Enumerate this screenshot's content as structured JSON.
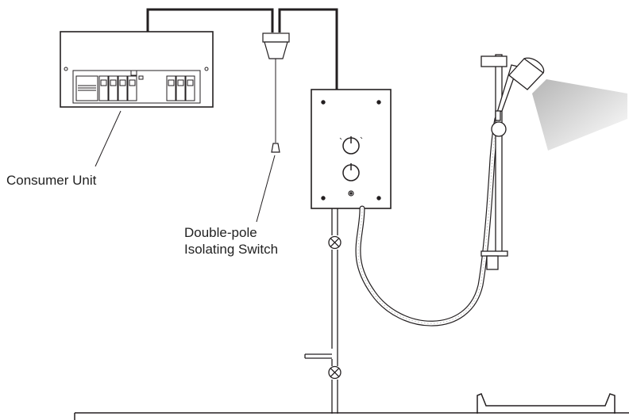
{
  "labels": {
    "consumer_unit": "Consumer Unit",
    "isolator_line1": "Double-pole",
    "isolator_line2": "Isolating Switch"
  },
  "colors": {
    "line": "#231f20",
    "spray_start": "#b8b8b8",
    "spray_end": "#ffffff"
  }
}
